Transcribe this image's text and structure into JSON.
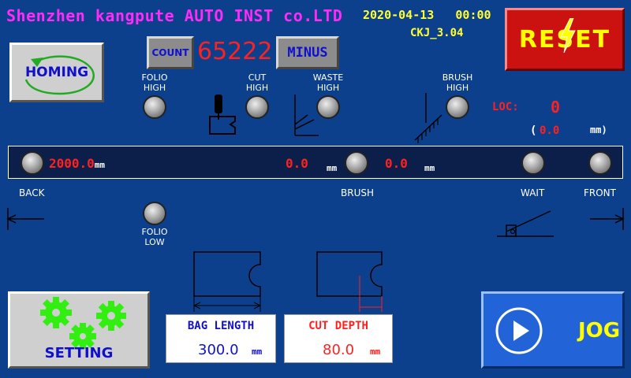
{
  "header": {
    "company": "Shenzhen kangpute AUTO INST co.LTD",
    "date": "2020-04-13",
    "time": "00:00",
    "version": "CKJ_3.04"
  },
  "buttons": {
    "reset": "RESET",
    "homing": "HOMING",
    "count": "COUNT",
    "minus": "MINUS",
    "setting": "SETTING",
    "jog": "JOG"
  },
  "counter": {
    "value": "65222"
  },
  "indicators": {
    "folio_high": [
      "FOLIO",
      "HIGH"
    ],
    "cut_high": [
      "CUT",
      "HIGH"
    ],
    "waste_high": [
      "WASTE",
      "HIGH"
    ],
    "brush_high": [
      "BRUSH",
      "HIGH"
    ],
    "folio_low": [
      "FOLIO",
      "LOW"
    ]
  },
  "location": {
    "label": "LOC:",
    "value": "0",
    "sub_open": "(",
    "sub_value": "0.0",
    "sub_unit": "mm)"
  },
  "rail": {
    "pos1_value": "2000.0",
    "pos1_unit": "mm",
    "pos2_value": "0.0",
    "pos2_unit": "mm",
    "pos3_value": "0.0",
    "pos3_unit": "mm"
  },
  "positions": {
    "back": "BACK",
    "brush": "BRUSH",
    "wait": "WAIT",
    "front": "FRONT"
  },
  "params": {
    "bag_length_title": "BAG LENGTH",
    "bag_length_value": "300.0",
    "bag_length_unit": "mm",
    "cut_depth_title": "CUT DEPTH",
    "cut_depth_value": "80.0",
    "cut_depth_unit": "mm"
  },
  "colors": {
    "background": "#0c3f8c",
    "accent_red": "#ff2020",
    "accent_yellow": "#ffff33",
    "title_magenta": "#ff2bf7"
  }
}
